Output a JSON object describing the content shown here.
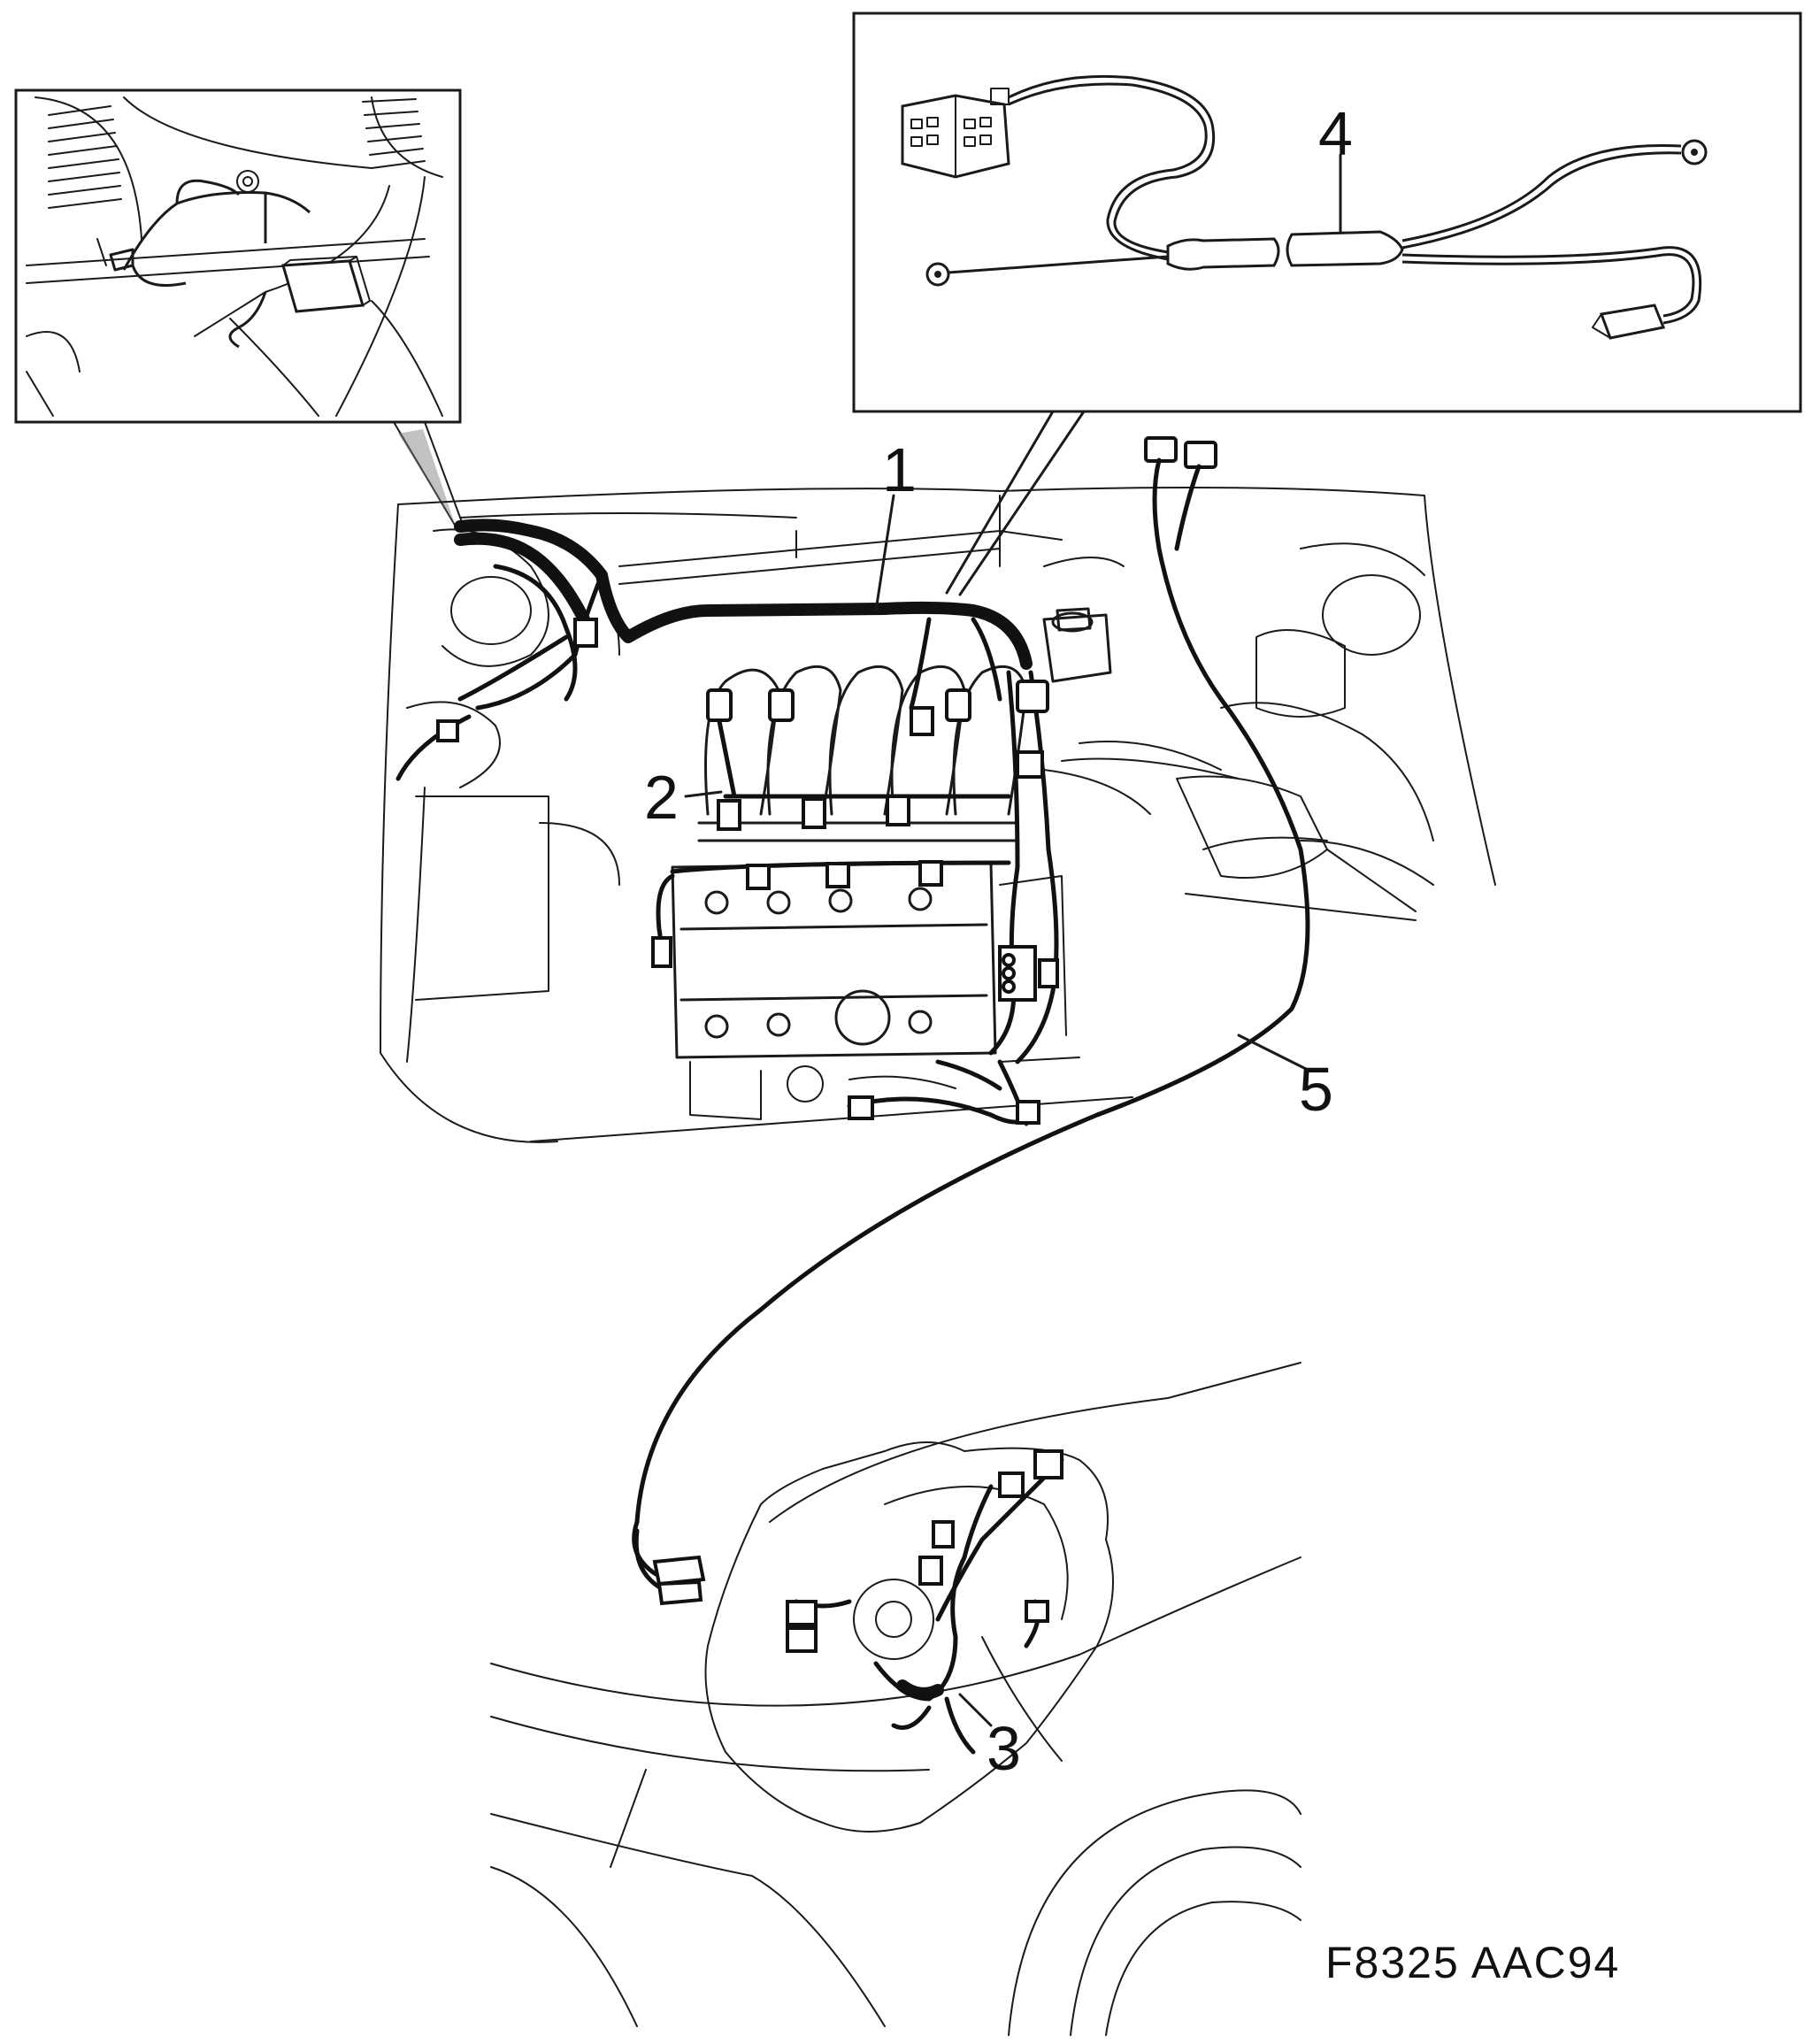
{
  "callouts": [
    {
      "id": "1",
      "label": "1"
    },
    {
      "id": "2",
      "label": "2"
    },
    {
      "id": "3",
      "label": "3"
    },
    {
      "id": "4",
      "label": "4"
    },
    {
      "id": "5",
      "label": "5"
    }
  ],
  "figure_code": "F8325  AAC94"
}
